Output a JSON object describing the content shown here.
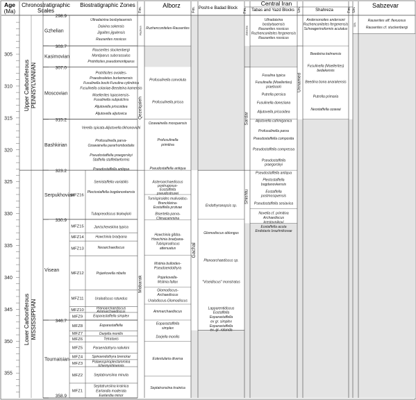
{
  "headers": {
    "age": "Age",
    "age_unit": "(Ma)",
    "chrono": "Chronostratigraphic",
    "chrono2": "Scales",
    "biozones": "Biostratigraphic Zones",
    "fm": "Fm.",
    "un": "Un.",
    "alborz": "Alborz",
    "poshte": "Posht-e Badad Block",
    "central_iran": "Central Iran",
    "tabas": "Tabas and Yazd Blocks",
    "shahreza": "Shahreza",
    "sabzevar": "Sabzevar"
  },
  "age_ticks": [
    "305",
    "310",
    "315",
    "320",
    "325",
    "330",
    "335",
    "340",
    "345",
    "350",
    "355"
  ],
  "series": {
    "upper": "Upper Carboniferous",
    "penn": "PENNSYLVANIAN",
    "lower": "Lower Carboniferous",
    "miss": "MISSISSIPPIAN"
  },
  "stages": [
    {
      "name": "Gzhelian",
      "top": 298.9,
      "bottom": 303.7
    },
    {
      "name": "Kasimovian",
      "top": 303.7,
      "bottom": 307.0
    },
    {
      "name": "Moscovian",
      "top": 307.0,
      "bottom": 315.2
    },
    {
      "name": "Bashkirian",
      "top": 315.2,
      "bottom": 323.2
    },
    {
      "name": "Serpukhovian",
      "top": 323.2,
      "bottom": 330.9
    },
    {
      "name": "Visean",
      "top": 330.9,
      "bottom": 346.7
    },
    {
      "name": "Tournaisian",
      "top": 346.7,
      "bottom": 358.9
    }
  ],
  "boundaries": [
    {
      "age": 298.9,
      "label": "298.9"
    },
    {
      "age": 303.7,
      "label": "303.7"
    },
    {
      "age": 307.0,
      "label": "307.0"
    },
    {
      "age": 315.2,
      "label": "315.2"
    },
    {
      "age": 323.2,
      "label": "323.2"
    },
    {
      "age": 330.9,
      "label": "330.9"
    },
    {
      "age": 346.7,
      "label": "346.7"
    },
    {
      "age": 358.9,
      "label": "358.9"
    }
  ],
  "mfz": [
    {
      "name": "MFZ16",
      "top": 323.2,
      "bottom": 330.9
    },
    {
      "name": "MFZ15",
      "top": 330.9,
      "bottom": 333.0
    },
    {
      "name": "MFZ14",
      "top": 333.0,
      "bottom": 334.3
    },
    {
      "name": "MFZ13",
      "top": 334.3,
      "bottom": 336.6
    },
    {
      "name": "MFZ12",
      "top": 336.6,
      "bottom": 342.0
    },
    {
      "name": "MFZ11",
      "top": 342.0,
      "bottom": 344.6
    },
    {
      "name": "MFZ10",
      "top": 344.6,
      "bottom": 345.5
    },
    {
      "name": "MFZ9",
      "top": 345.5,
      "bottom": 346.7
    },
    {
      "name": "MFZ8",
      "top": 346.7,
      "bottom": 348.4
    },
    {
      "name": "MFZ7",
      "top": 348.4,
      "bottom": 349.2
    },
    {
      "name": "MFZ6",
      "top": 349.2,
      "bottom": 350.1
    },
    {
      "name": "MFZ5",
      "top": 350.1,
      "bottom": 351.9
    },
    {
      "name": "MFZ4",
      "top": 351.9,
      "bottom": 352.9
    },
    {
      "name": "MFZ3",
      "top": 352.9,
      "bottom": 354.0
    },
    {
      "name": "MFZ2",
      "top": 354.0,
      "bottom": 356.6
    },
    {
      "name": "MFZ1",
      "top": 356.6,
      "bottom": 358.9
    }
  ],
  "biozone_labels": [
    {
      "age": 299.6,
      "text": "Ultradaixina bosbytauensis"
    },
    {
      "age": 300.6,
      "text": "Daixina sokensis"
    },
    {
      "age": 301.6,
      "text": "Jigulites jigulensis"
    },
    {
      "age": 302.6,
      "text": "Rauserites rossicus"
    },
    {
      "age": 304.3,
      "text": "Rauserites stuckenbergi"
    },
    {
      "age": 305.2,
      "text": "Montiparus subcrassulus"
    },
    {
      "age": 306.1,
      "text": "Protriticites pseudomontiparus"
    },
    {
      "age": 307.9,
      "text": "Protriticites ovoides-"
    },
    {
      "age": 308.7,
      "text": "Praeobsoletes burkemensis"
    },
    {
      "age": 309.5,
      "text": "Fusulinella bocki-Fusulina cylindrica"
    },
    {
      "age": 310.3,
      "text": "Fusulinella colaniae-Beedeina kamensis"
    },
    {
      "age": 311.4,
      "text": "Moellerites lopasnensis-"
    },
    {
      "age": 312.1,
      "text": "Fusulinella subpulchra"
    },
    {
      "age": 313.2,
      "text": "Aljutovella priscoidea"
    },
    {
      "age": 314.3,
      "text": "Aljutovella aljutovica"
    },
    {
      "age": 316.5,
      "text": "Verella spicata-Aljutovella tikhonovichi"
    },
    {
      "age": 318.5,
      "text": "Profusulinella parva-"
    },
    {
      "age": 319.3,
      "text": "Ozawainella pararhomboidalis"
    },
    {
      "age": 320.8,
      "text": "Pseudostaffella praegorskyi"
    },
    {
      "age": 321.5,
      "text": "Staffella staffellaeformis"
    },
    {
      "age": 323.0,
      "text": "Pseudostaffella antiqua"
    },
    {
      "age": 325.0,
      "text": "Semistaffella variabilis"
    },
    {
      "age": 326.6,
      "text": "Plectostaffella bogdanovkensis"
    },
    {
      "age": 330.0,
      "text": "Tubapreodiscus tkokwjicki"
    },
    {
      "age": 332.1,
      "text": "Janischewskina typica"
    },
    {
      "age": 333.6,
      "text": "Howchinia bradyana"
    },
    {
      "age": 335.3,
      "text": "Neoarchaediscus"
    },
    {
      "age": 339.3,
      "text": "Pojarkovella nibelis"
    },
    {
      "age": 343.3,
      "text": "Uralodiscus rotundus"
    },
    {
      "age": 344.8,
      "text": "Planoarchaediscus"
    },
    {
      "age": 345.3,
      "text": "Ammarchaediscus"
    },
    {
      "age": 346.0,
      "text": "Eoparastaffella simplex"
    },
    {
      "age": 347.5,
      "text": "Eoparastaffella"
    },
    {
      "age": 348.8,
      "text": "Darjella monilis"
    },
    {
      "age": 349.6,
      "text": "Tetrataxis"
    },
    {
      "age": 351.0,
      "text": "Paraendothyra nalivkini"
    },
    {
      "age": 352.4,
      "text": "Spinoendothyra brenckai"
    },
    {
      "age": 353.2,
      "text": "Palaeospiroplectammina"
    },
    {
      "age": 353.8,
      "text": "tchernyshinensis"
    },
    {
      "age": 355.3,
      "text": "Septabrunsiina minuta"
    },
    {
      "age": 357.0,
      "text": "Septatrunsiina krainica"
    },
    {
      "age": 357.8,
      "text": "Earlandia moderata"
    },
    {
      "age": 358.5,
      "text": "Earlandia minor"
    }
  ],
  "alborz": {
    "formations": [
      {
        "name": "Ruzhen",
        "top": 298.9,
        "bottom": 303.7
      },
      {
        "name": "Qezelqaleh",
        "top": 303.7,
        "bottom": 323.2
      },
      {
        "name": "Mobarak",
        "top": 323.2,
        "bottom": 358.9
      }
    ],
    "labels": [
      {
        "age": 300.9,
        "text": "Ruzhenconiteles-Rauserites"
      },
      {
        "age": 309.0,
        "text": "Profusulinella convoluta"
      },
      {
        "age": 312.5,
        "text": "Profusulinella prisca"
      },
      {
        "age": 315.8,
        "text": "Ozawainella mosquensis"
      },
      {
        "age": 318.4,
        "text": "Profusulinella"
      },
      {
        "age": 319.2,
        "text": "primitiva"
      },
      {
        "age": 322.9,
        "text": "Pseudostaffella antiqua"
      },
      {
        "age": 325.0,
        "text": "Asteroarchaediscus"
      },
      {
        "age": 325.6,
        "text": "postrugosus-"
      },
      {
        "age": 326.2,
        "text": "Eostaffella"
      },
      {
        "age": 326.8,
        "text": "pseudostruvei"
      },
      {
        "age": 327.6,
        "text": "Turnispiroides mulivoidus-"
      },
      {
        "age": 328.3,
        "text": "Brenckleina-"
      },
      {
        "age": 329.0,
        "text": "Eostaffella protvae"
      },
      {
        "age": 330.0,
        "text": "Bisertella parva-"
      },
      {
        "age": 330.7,
        "text": "Climacammina"
      },
      {
        "age": 333.3,
        "text": "Howchinia gibba-"
      },
      {
        "age": 334.0,
        "text": "Howchinia bradyana-"
      },
      {
        "age": 334.7,
        "text": "Tubispirodiscus"
      },
      {
        "age": 335.4,
        "text": "attenuatus"
      },
      {
        "age": 337.8,
        "text": "Mstinia bulloides-"
      },
      {
        "age": 338.5,
        "text": "Pseudoendothyra"
      },
      {
        "age": 340.0,
        "text": "Pojarkovella-"
      },
      {
        "age": 340.7,
        "text": "Mstinia fallax"
      },
      {
        "age": 342.0,
        "text": "Glomodiscus-"
      },
      {
        "age": 342.7,
        "text": "Archaediscus"
      },
      {
        "age": 343.6,
        "text": "Uralodiscus-Glomodiscus"
      },
      {
        "age": 345.3,
        "text": "Ammarchaediscus"
      },
      {
        "age": 347.2,
        "text": "Eoparastaffella"
      },
      {
        "age": 347.9,
        "text": "simplex"
      },
      {
        "age": 349.3,
        "text": "Darjella monilis"
      },
      {
        "age": 352.7,
        "text": "Eotextularia diversa"
      },
      {
        "age": 357.3,
        "text": "Septatrunsiina krainica"
      }
    ]
  },
  "poshte": {
    "formations": [
      {
        "name": "Gachal",
        "top": 323.2,
        "bottom": 348.3
      }
    ],
    "labels": [
      {
        "age": 328.7,
        "text": "Endothyranopsis sp."
      },
      {
        "age": 333.0,
        "text": "Glomodiscus oblongus"
      },
      {
        "age": 337.3,
        "text": "Planoarchaediscus sp."
      },
      {
        "age": 340.7,
        "text": "\"Viseidiscus\" monstratus"
      },
      {
        "age": 344.8,
        "text": "Lapparentidiscus"
      },
      {
        "age": 345.5,
        "text": "Eostaffella"
      },
      {
        "age": 346.2,
        "text": "Eoparastaffella"
      },
      {
        "age": 346.9,
        "text": "ex gr. simplex"
      },
      {
        "age": 347.6,
        "text": "Eoparastaffella"
      },
      {
        "age": 348.2,
        "text": "ex. gr. rotunda"
      }
    ]
  },
  "tabas": {
    "formations": [
      {
        "name": "Zaladou",
        "top": 298.9,
        "bottom": 303.7
      },
      {
        "name": "Sardar",
        "top": 307.0,
        "bottom": 323.2
      },
      {
        "name": "Shishtu",
        "top": 323.2,
        "bottom": 331.5
      }
    ],
    "labels": [
      {
        "age": 299.6,
        "text": "Ultradaixina"
      },
      {
        "age": 300.3,
        "text": "bosbytauensis"
      },
      {
        "age": 301.0,
        "text": "Rauserites rossicus"
      },
      {
        "age": 301.7,
        "text": "Ruzhenconiteles fergenensis"
      },
      {
        "age": 302.4,
        "text": "Rauserites rossicus"
      },
      {
        "age": 308.3,
        "text": "Fusulina typica"
      },
      {
        "age": 309.4,
        "text": "Fusulinella (Moellerites)"
      },
      {
        "age": 310.1,
        "text": "praebocki"
      },
      {
        "age": 311.3,
        "text": "Putrella persica"
      },
      {
        "age": 312.6,
        "text": "Fusulinella doneziana"
      },
      {
        "age": 314.0,
        "text": "Aljutovella priscoidea"
      },
      {
        "age": 315.4,
        "text": "Aljutovella cafirniganica"
      },
      {
        "age": 317.0,
        "text": "Profusulinella parva"
      },
      {
        "age": 318.2,
        "text": "Pseudostaffella composita"
      },
      {
        "age": 319.9,
        "text": "Pseudostaffella compressa"
      },
      {
        "age": 321.6,
        "text": "Pseudostaffella"
      },
      {
        "age": 322.3,
        "text": "praegorskyi"
      },
      {
        "age": 323.6,
        "text": "Pseudostaffella antiqua"
      },
      {
        "age": 324.7,
        "text": "Plectostaffella"
      },
      {
        "age": 325.4,
        "text": "bogdanovkensis"
      },
      {
        "age": 326.5,
        "text": "Eostaffella"
      },
      {
        "age": 327.2,
        "text": "postmosquensis"
      },
      {
        "age": 328.4,
        "text": "Pseudostaffella sesiavica"
      },
      {
        "age": 329.9,
        "text": "Novella cf. primitiva"
      },
      {
        "age": 330.6,
        "text": "Archaediscus"
      },
      {
        "age": 331.3,
        "text": "krestovnikovi"
      },
      {
        "age": 332.0,
        "text": "Eostaffella acuta"
      },
      {
        "age": 332.7,
        "text": "Endotaxis brazhnikovae"
      }
    ]
  },
  "shahreza": {
    "formations": [
      {
        "name": "Unnamed",
        "top": 303.7,
        "bottom": 315.2
      }
    ],
    "labels": [
      {
        "age": 299.6,
        "text": "Andersonoites andersoni"
      },
      {
        "age": 300.3,
        "text": "Ruzhenconiteles fergenensis"
      },
      {
        "age": 301.0,
        "text": "Schwagerinoformis acutatus"
      },
      {
        "age": 304.9,
        "text": "Beedeina kelmensis"
      },
      {
        "age": 306.8,
        "text": "Fusulinella (Moellerites)"
      },
      {
        "age": 307.5,
        "text": "bedakensis"
      },
      {
        "age": 309.3,
        "text": "Beedina bona anarakensis"
      },
      {
        "age": 311.6,
        "text": "Putrella primaria"
      },
      {
        "age": 313.6,
        "text": "Neostaffella ozawai"
      }
    ]
  },
  "sabzevar": {
    "formations": [
      {
        "name": "Un.",
        "top": 298.9,
        "bottom": 301.8
      }
    ],
    "labels": [
      {
        "age": 299.7,
        "text": "Rauserites aff. flexuosus"
      },
      {
        "age": 300.8,
        "text": "Rauserites cf. stuckenbergi"
      }
    ]
  }
}
